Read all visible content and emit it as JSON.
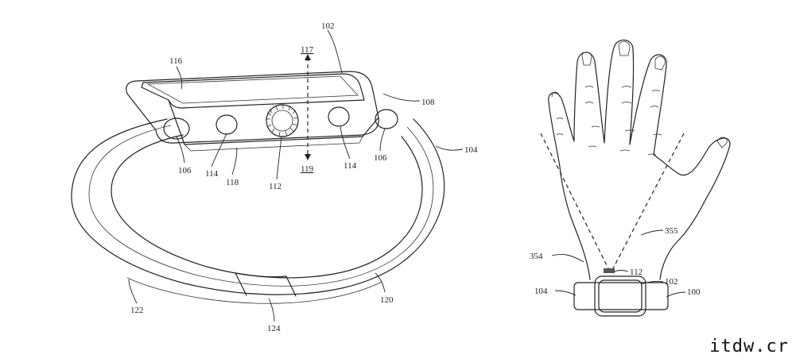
{
  "labels": {
    "l102a": "102",
    "l117": "117",
    "l116": "116",
    "l108": "108",
    "l104a": "104",
    "l106a": "106",
    "l114a": "114",
    "l118": "118",
    "l112a": "112",
    "l119": "119",
    "l114b": "114",
    "l106b": "106",
    "l122": "122",
    "l124": "124",
    "l120": "120",
    "l355": "355",
    "l354": "354",
    "l112b": "112",
    "l102b": "102",
    "l104b": "104",
    "l100": "100"
  },
  "watermark": "itdw.cr"
}
